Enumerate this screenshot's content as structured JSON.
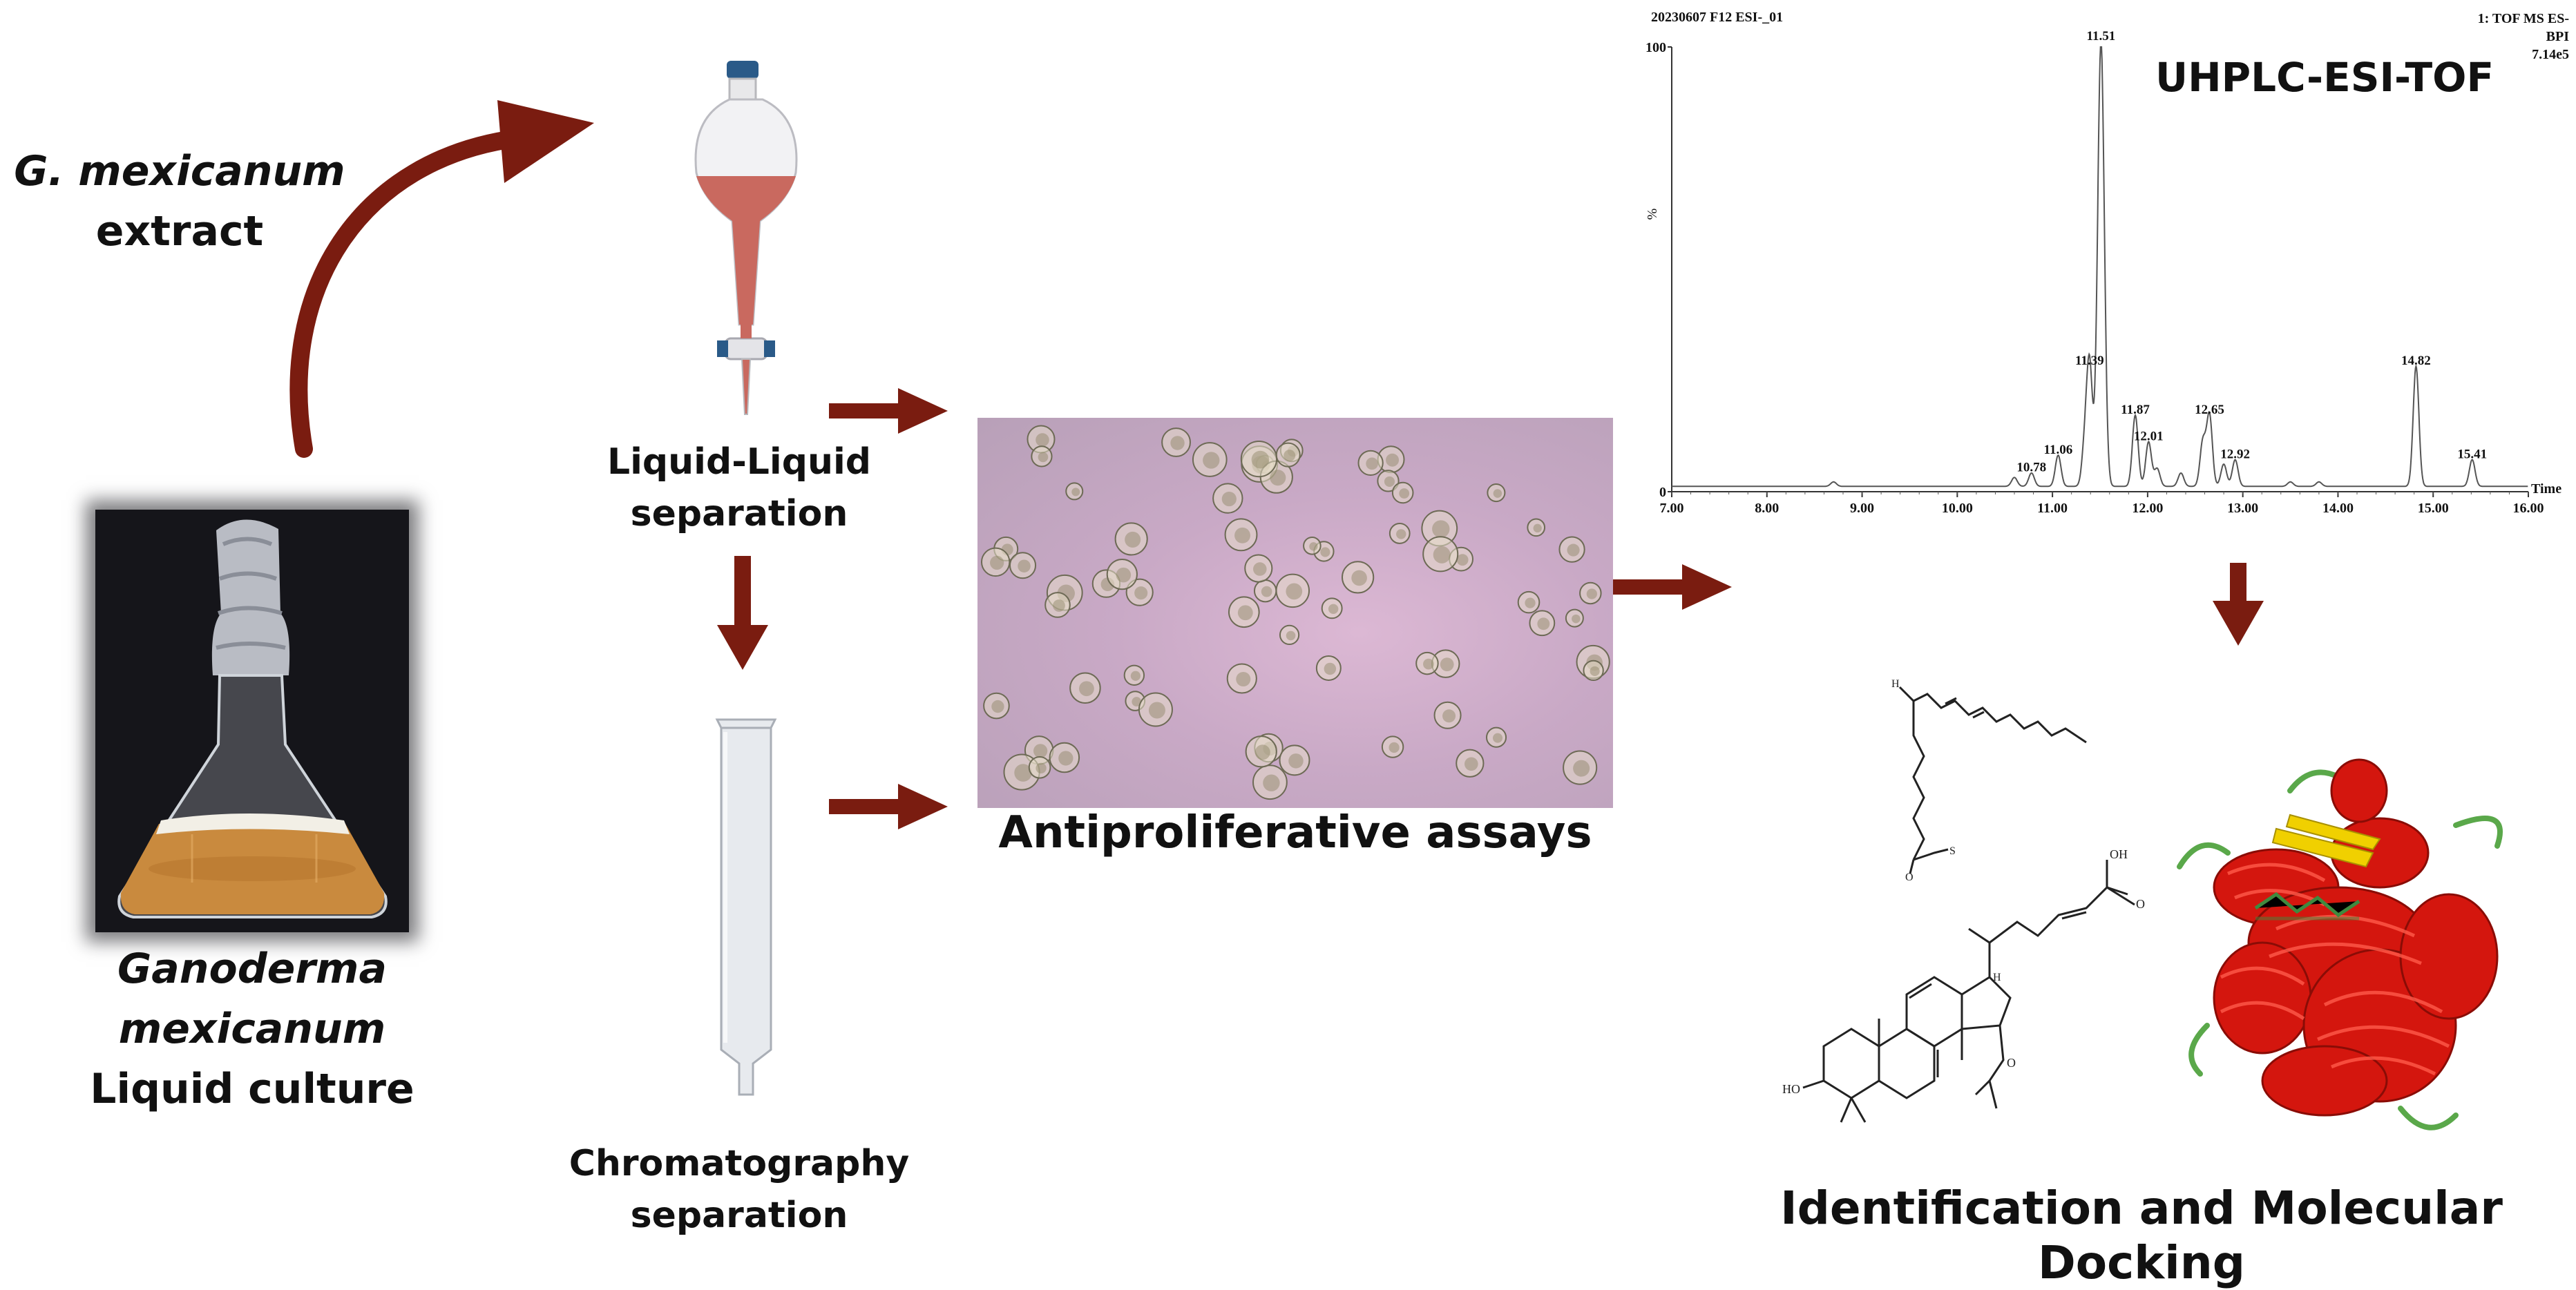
{
  "labels": {
    "extract_species": "G. mexicanum",
    "extract_word": "extract",
    "culture_species": "Ganoderma mexicanum",
    "culture_word": "Liquid culture",
    "lle_line1": "Liquid-Liquid",
    "lle_line2": "separation",
    "chrom_line1": "Chromatography",
    "chrom_line2": "separation",
    "assays": "Antiproliferative assays",
    "uhplc_title": "UHPLC-ESI-TOF",
    "identification": "Identification and Molecular Docking"
  },
  "chart_header": {
    "left": "20230607 F12 ESI-_01",
    "right_line1": "1: TOF MS ES-",
    "right_line2": "BPI",
    "right_line3": "7.14e5"
  },
  "chart_data": {
    "type": "line",
    "title": "UHPLC-ESI-TOF",
    "xlabel": "Time",
    "ylabel": "%",
    "xlim": [
      7.0,
      16.0
    ],
    "ylim": [
      0,
      100
    ],
    "x_ticks": [
      "7.00",
      "8.00",
      "9.00",
      "10.00",
      "11.00",
      "12.00",
      "13.00",
      "14.00",
      "15.00",
      "16.00"
    ],
    "y_ticks": [
      "0",
      "100"
    ],
    "peaks": [
      {
        "x": 10.78,
        "y": 3,
        "label": "10.78"
      },
      {
        "x": 11.06,
        "y": 7,
        "label": "11.06"
      },
      {
        "x": 11.39,
        "y": 27,
        "label": "11.39"
      },
      {
        "x": 11.51,
        "y": 100,
        "label": "11.51"
      },
      {
        "x": 11.87,
        "y": 16,
        "label": "11.87"
      },
      {
        "x": 12.01,
        "y": 10,
        "label": "12.01"
      },
      {
        "x": 12.65,
        "y": 16,
        "label": "12.65"
      },
      {
        "x": 12.92,
        "y": 6,
        "label": "12.92"
      },
      {
        "x": 14.82,
        "y": 27,
        "label": "14.82"
      },
      {
        "x": 15.41,
        "y": 6,
        "label": "15.41"
      }
    ],
    "minor_peaks": [
      {
        "x": 8.7,
        "y": 1
      },
      {
        "x": 10.6,
        "y": 2
      },
      {
        "x": 11.34,
        "y": 9
      },
      {
        "x": 12.1,
        "y": 4
      },
      {
        "x": 12.35,
        "y": 3
      },
      {
        "x": 12.58,
        "y": 10
      },
      {
        "x": 12.8,
        "y": 5
      },
      {
        "x": 13.5,
        "y": 1
      },
      {
        "x": 13.8,
        "y": 1
      }
    ]
  },
  "colors": {
    "arrow": "#7a1c10",
    "chart_line": "#555555",
    "funnel_liquid": "#c9695f",
    "microscopy_bg": "#c8a8c4",
    "protein": "#d4160e",
    "protein_sheet": "#f0d000",
    "protein_loop": "#5aa84a"
  }
}
